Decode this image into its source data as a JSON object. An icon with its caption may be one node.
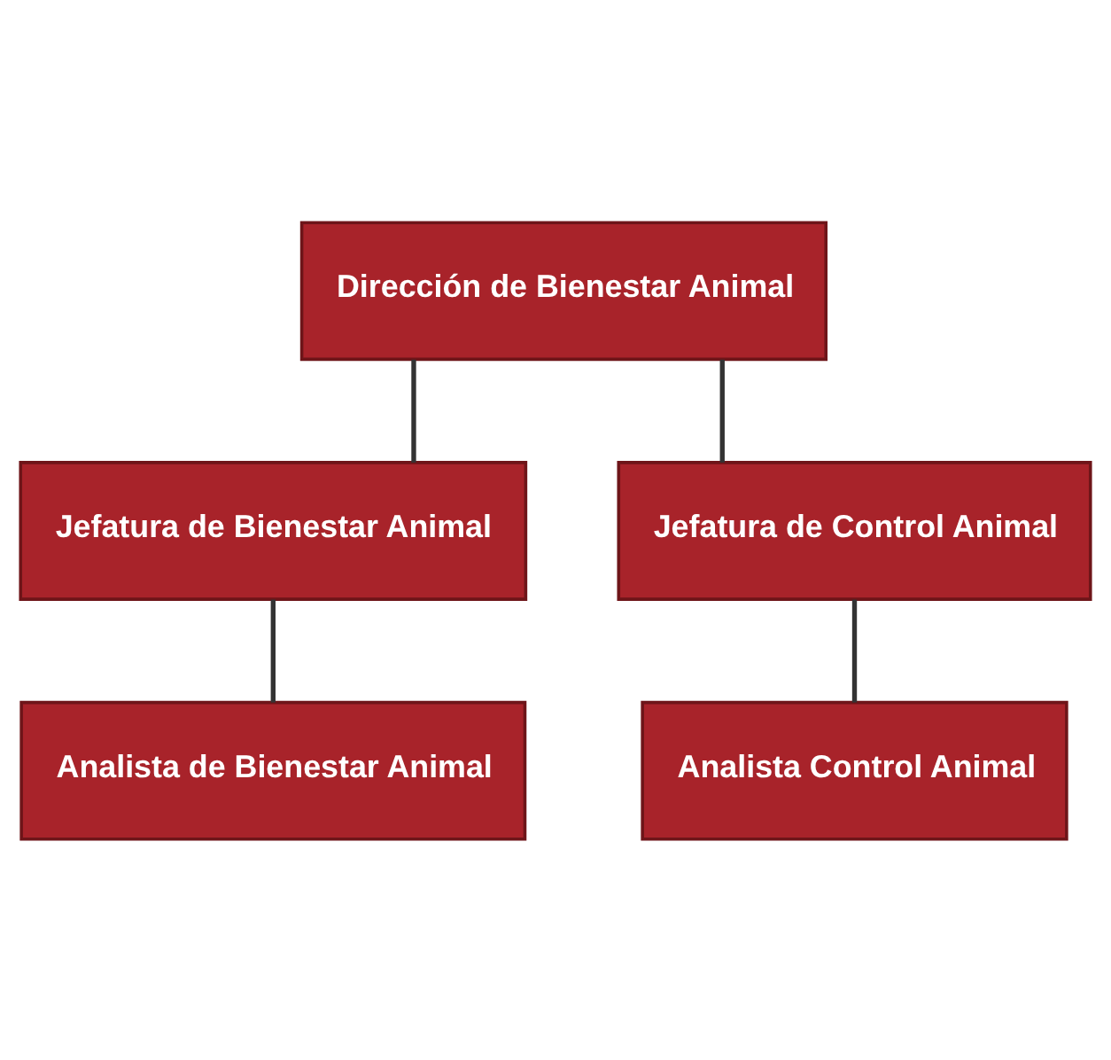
{
  "diagram": {
    "nodes": [
      {
        "text": [
          "Dirección de Bienestar Animal"
        ]
      },
      {
        "text": [
          "Jefatura de Bienestar Animal"
        ]
      },
      {
        "text": [
          "Jefatura de Control Animal"
        ]
      },
      {
        "text": [
          "Analista de Bienestar Animal"
        ]
      },
      {
        "text": [
          "Analista Control Animal"
        ]
      }
    ],
    "edges": [
      {
        "from": 0,
        "to": 1,
        "arrow": "none"
      },
      {
        "from": 0,
        "to": 2,
        "arrow": "none"
      },
      {
        "from": 1,
        "to": 3,
        "arrow": "none"
      },
      {
        "from": 2,
        "to": 4,
        "arrow": "none"
      }
    ]
  }
}
